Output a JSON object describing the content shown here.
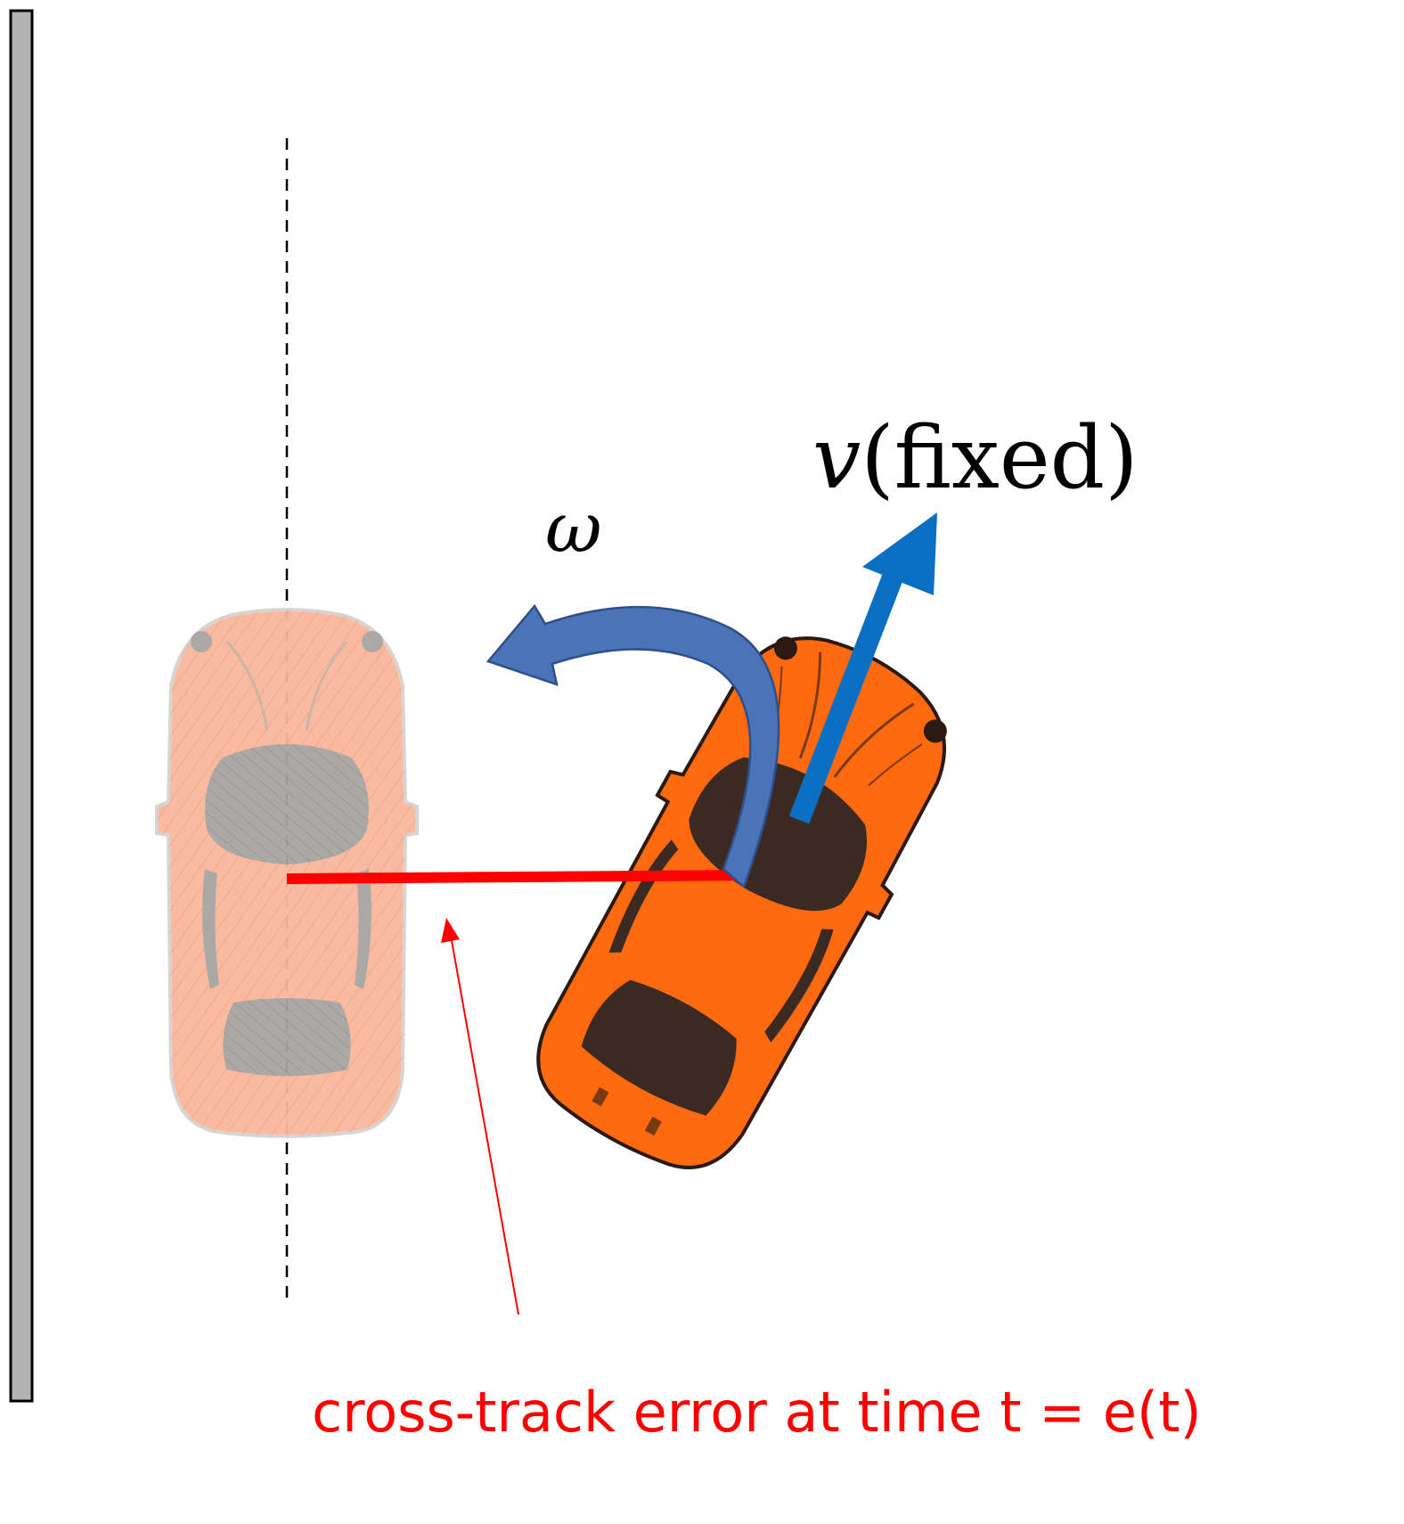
{
  "labels": {
    "angular_velocity": "ω",
    "velocity_symbol": "v",
    "velocity_paren_text": "(fixed)",
    "caption": "cross-track error at time t = e(t)"
  },
  "colors": {
    "wall_fill": "#b3b3b3",
    "reference_car_body": "#f9b79c",
    "reference_car_glass": "#a8a4a2",
    "actual_car_body": "#ff6a10",
    "actual_car_glass": "#3a2a22",
    "error_line": "#ff0000",
    "velocity_arrow": "#0a6fc2",
    "omega_arrow": "#4a73b8",
    "caption_text": "#ff0000"
  },
  "icons": {
    "wall": "road-boundary-wall",
    "reference_car": "reference-car-faded-top-view",
    "actual_car": "actual-car-top-view",
    "velocity": "straight-arrow",
    "angular_velocity": "curved-arrow"
  }
}
